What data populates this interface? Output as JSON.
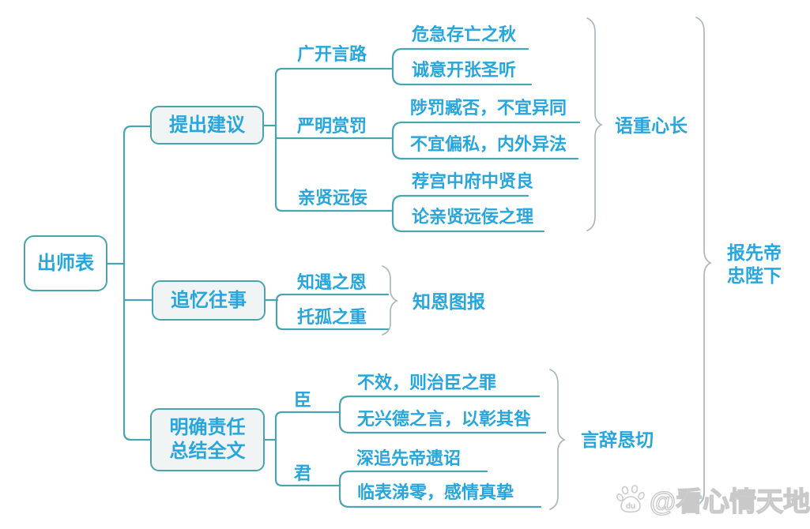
{
  "root": {
    "label": "出师表"
  },
  "branches": [
    {
      "label": "提出建议",
      "summary": "语重心长",
      "children": [
        {
          "label": "广开言路",
          "items": [
            "危急存亡之秋",
            "诚意开张圣听"
          ]
        },
        {
          "label": "严明赏罚",
          "items": [
            "陟罚臧否，不宜异同",
            "不宜偏私，内外异法"
          ]
        },
        {
          "label": "亲贤远佞",
          "items": [
            "荐宫中府中贤良",
            "论亲贤远佞之理"
          ]
        }
      ]
    },
    {
      "label": "追忆往事",
      "summary": "知恩图报",
      "items": [
        "知遇之恩",
        "托孤之重"
      ]
    },
    {
      "label1": "明确责任",
      "label2": "总结全文",
      "summary": "言辞恳切",
      "children": [
        {
          "label": "臣",
          "items": [
            "不效，则治臣之罪",
            "无兴德之言，以彰其咎"
          ]
        },
        {
          "label": "君",
          "items": [
            "深追先帝遗诏",
            "临表涕零，感情真挚"
          ]
        }
      ]
    }
  ],
  "overall_summary": {
    "line1": "报先帝",
    "line2": "忠陛下"
  },
  "watermark": {
    "logo_text": "du",
    "handle": "@看心情天地"
  },
  "colors": {
    "node_text_blue": "#27a6dd",
    "connector_teal": "#4aa4b0",
    "brace_gray": "#aab7ba",
    "box_fill": "#f1f4f4",
    "background": "#ffffff"
  }
}
